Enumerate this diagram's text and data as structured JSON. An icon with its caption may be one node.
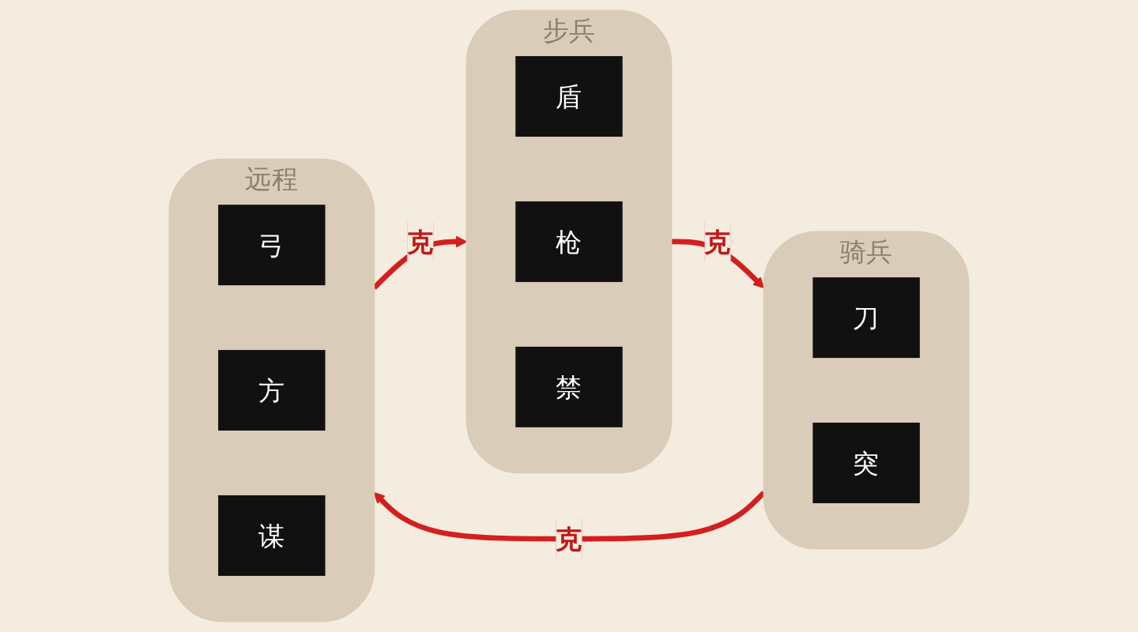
{
  "diagram": {
    "nodes": [
      {
        "text": [
          "步兵"
        ]
      },
      {
        "text": [
          "盾"
        ],
        "in": 0
      },
      {
        "text": [
          "枪"
        ],
        "in": 0
      },
      {
        "text": [
          "禁"
        ],
        "in": 0
      },
      {
        "text": [
          "骑兵"
        ]
      },
      {
        "text": [
          "刀"
        ],
        "in": 4
      },
      {
        "text": [
          "突"
        ],
        "in": 4
      },
      {
        "text": [
          "远程"
        ]
      },
      {
        "text": [
          "弓"
        ],
        "in": 7
      },
      {
        "text": [
          "方"
        ],
        "in": 7
      },
      {
        "text": [
          "谋"
        ],
        "in": 7
      }
    ],
    "edges": [
      {
        "from": 0,
        "to": 4,
        "arrow": "to",
        "label": "克"
      },
      {
        "from": 4,
        "to": 7,
        "arrow": "to",
        "label": "克"
      },
      {
        "from": 7,
        "to": 0,
        "arrow": "to",
        "label": "克"
      }
    ]
  }
}
